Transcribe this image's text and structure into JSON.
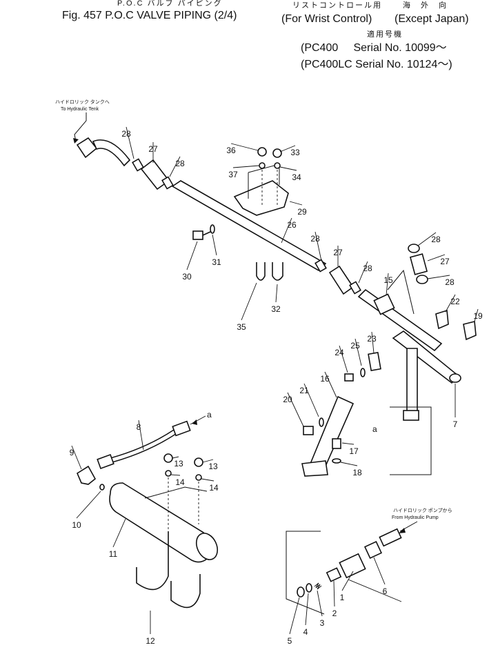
{
  "header": {
    "jp_title": "P.O.C バルブ パイピング",
    "title": "Fig. 457 P.O.C VALVE PIPING (2/4)",
    "jp_cond1": "リストコントロール用",
    "cond1": "For Wrist Control",
    "jp_cond2": "海　外　向",
    "cond2": "Except Japan",
    "jp_serial": "適用号機",
    "serial1_model": "PC400",
    "serial1_no": "Serial No. 10099～",
    "serial2": "PC400LC Serial No. 10124～"
  },
  "notes": {
    "tank_jp": "ハイドロリック タンクへ",
    "tank_en": "To Hydraulic Tenk",
    "pump_jp": "ハイドロリック ポンプから",
    "pump_en": "From Hydraulic Pump"
  },
  "markers": {
    "a1": "a",
    "a2": "a"
  },
  "parts": [
    {
      "id": "p1",
      "label": "1"
    },
    {
      "id": "p2",
      "label": "2"
    },
    {
      "id": "p3",
      "label": "3"
    },
    {
      "id": "p4",
      "label": "4"
    },
    {
      "id": "p5",
      "label": "5"
    },
    {
      "id": "p6",
      "label": "6"
    },
    {
      "id": "p7",
      "label": "7"
    },
    {
      "id": "p8",
      "label": "8"
    },
    {
      "id": "p9",
      "label": "9"
    },
    {
      "id": "p10",
      "label": "10"
    },
    {
      "id": "p11",
      "label": "11"
    },
    {
      "id": "p12",
      "label": "12"
    },
    {
      "id": "p13a",
      "label": "13"
    },
    {
      "id": "p13b",
      "label": "13"
    },
    {
      "id": "p14a",
      "label": "14"
    },
    {
      "id": "p14b",
      "label": "14"
    },
    {
      "id": "p15",
      "label": "15"
    },
    {
      "id": "p16",
      "label": "16"
    },
    {
      "id": "p17",
      "label": "17"
    },
    {
      "id": "p18",
      "label": "18"
    },
    {
      "id": "p19",
      "label": "19"
    },
    {
      "id": "p20",
      "label": "20"
    },
    {
      "id": "p21",
      "label": "21"
    },
    {
      "id": "p22",
      "label": "22"
    },
    {
      "id": "p23",
      "label": "23"
    },
    {
      "id": "p24",
      "label": "24"
    },
    {
      "id": "p25",
      "label": "25"
    },
    {
      "id": "p26",
      "label": "26"
    },
    {
      "id": "p27a",
      "label": "27"
    },
    {
      "id": "p27b",
      "label": "27"
    },
    {
      "id": "p27c",
      "label": "27"
    },
    {
      "id": "p28a",
      "label": "28"
    },
    {
      "id": "p28b",
      "label": "28"
    },
    {
      "id": "p28c",
      "label": "28"
    },
    {
      "id": "p28d",
      "label": "28"
    },
    {
      "id": "p28e",
      "label": "28"
    },
    {
      "id": "p28f",
      "label": "28"
    },
    {
      "id": "p29",
      "label": "29"
    },
    {
      "id": "p30",
      "label": "30"
    },
    {
      "id": "p31",
      "label": "31"
    },
    {
      "id": "p32",
      "label": "32"
    },
    {
      "id": "p33",
      "label": "33"
    },
    {
      "id": "p34",
      "label": "34"
    },
    {
      "id": "p35",
      "label": "35"
    },
    {
      "id": "p36",
      "label": "36"
    },
    {
      "id": "p37",
      "label": "37"
    }
  ]
}
